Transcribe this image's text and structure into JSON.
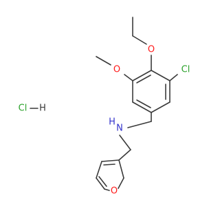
{
  "atoms": {
    "cl_ring": "Cl",
    "o_ethoxy": "O",
    "o_methoxy": "O",
    "n_amine": "H\nN",
    "n_amine_h": "H",
    "n_amine_n": "N",
    "o_furan": "O"
  },
  "salt": {
    "cl": "Cl",
    "h": "H"
  },
  "colors": {
    "bond": "#3a3a3a",
    "oxygen": "#ff1a1a",
    "nitrogen": "#3333cc",
    "chlorine": "#2aa12a"
  }
}
